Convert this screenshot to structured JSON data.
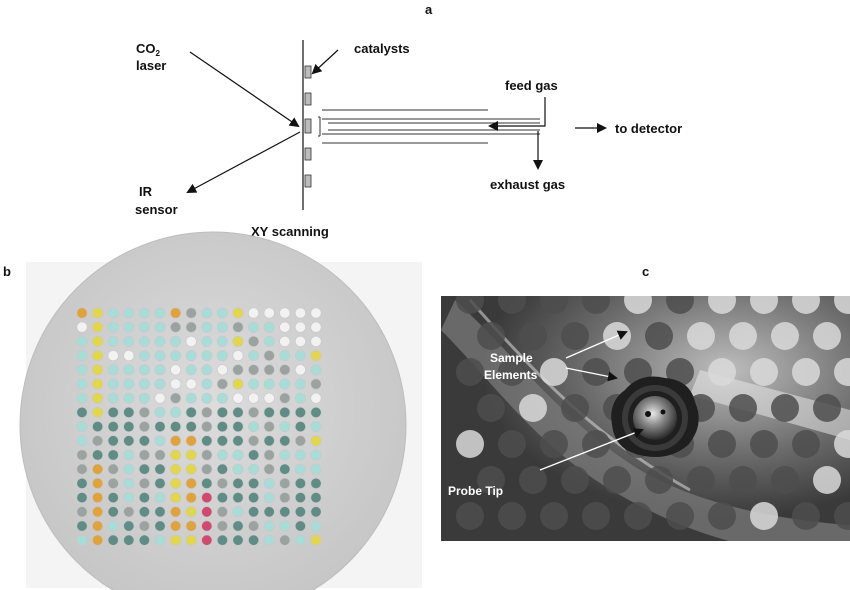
{
  "panel_a": {
    "letter": "a",
    "laser_label_prefix": "CO",
    "laser_label_sub": "2",
    "laser_label_line2": "laser",
    "catalysts_label": "catalysts",
    "feed_gas_label": "feed gas",
    "detector_label": "to detector",
    "exhaust_label": "exhaust gas",
    "ir_label_line1": "IR",
    "ir_label_line2": "sensor",
    "scan_label": "XY scanning"
  },
  "panel_b": {
    "letter": "b",
    "grid_rows": 17,
    "grid_cols": 16,
    "colors": {
      "wafer": "#d4d4d4",
      "well_empty": "#f2f2f2",
      "cyan": "#a8dcd6",
      "teal": "#5f8d86",
      "yellow": "#e2d64a",
      "orange": "#e0a23a",
      "magenta": "#cf4a6e",
      "gray": "#9aa39f"
    }
  },
  "panel_c": {
    "letter": "c",
    "sample_label_line1": "Sample",
    "sample_label_line2": "Elements",
    "probe_label": "Probe Tip"
  }
}
